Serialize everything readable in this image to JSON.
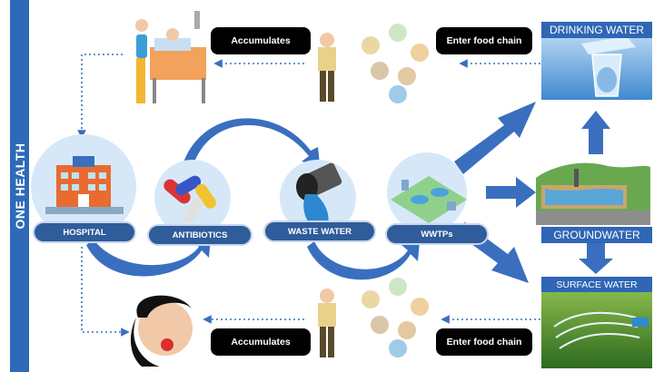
{
  "sidebar": {
    "label": "ONE HEALTH"
  },
  "nodes": {
    "hospital": "HOSPITAL",
    "antibiotics": "ANTIBIOTICS",
    "waste_water": "WASTE WATER",
    "wwtps": "WWTPs"
  },
  "destinations": {
    "drinking_water": "DRINKING WATER",
    "groundwater": "GROUNDWATER",
    "surface_water": "SURFACE WATER"
  },
  "pills": {
    "top_accumulates": "Accumulates",
    "top_food_chain": "Enter food chain",
    "bottom_accumulates": "Accumulates",
    "bottom_food_chain": "Enter food chain"
  },
  "colors": {
    "sidebar": "#2e6ab8",
    "arrow_blue": "#3a6fbf",
    "label_blue": "#2f5c9a",
    "title_blue": "#2f66b5",
    "pill_black": "#000000",
    "circle_fill": "#d6e8f8"
  },
  "icons": [
    "hospital-icon",
    "antibiotics-icon",
    "waste-water-pipe-icon",
    "wwtp-icon",
    "patient-bed-icon",
    "sick-person-icon",
    "man-icon",
    "food-chain-icon",
    "drinking-water-glass-icon",
    "groundwater-icon",
    "surface-water-sprinkler-icon"
  ]
}
